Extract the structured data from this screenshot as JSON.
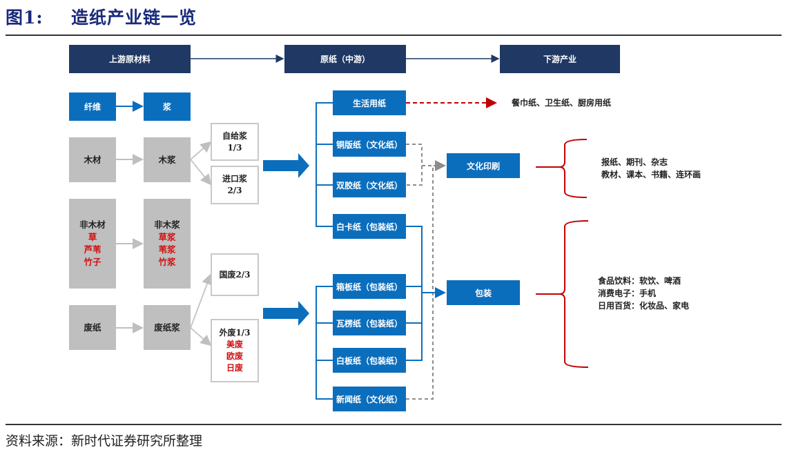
{
  "figure": {
    "number": "图1:",
    "title": "造纸产业链一览"
  },
  "headers": {
    "upstream": "上游原材料",
    "midstream": "原纸（中游）",
    "downstream": "下游产业"
  },
  "legend_row": {
    "fiber": "纤维",
    "pulp": "浆"
  },
  "raw_materials": [
    {
      "name": "木材",
      "sub": []
    },
    {
      "name": "非木材",
      "sub": [
        "草",
        "芦苇",
        "竹子"
      ]
    },
    {
      "name": "废纸",
      "sub": []
    }
  ],
  "pulps": [
    {
      "name": "木浆",
      "sub": []
    },
    {
      "name": "非木浆",
      "sub": [
        "草浆",
        "苇浆",
        "竹浆"
      ]
    },
    {
      "name": "废纸浆",
      "sub": []
    }
  ],
  "pulp_sources": {
    "self_supplied": {
      "label": "自给浆",
      "share": "1/3"
    },
    "imported": {
      "label": "进口浆",
      "share": "2/3"
    },
    "domestic_waste": {
      "label": "国废2/3"
    },
    "foreign_waste": {
      "label": "外废1/3",
      "sub": [
        "美废",
        "欧废",
        "日废"
      ]
    }
  },
  "paper_types": [
    "生活用纸",
    "铜版纸（文化纸）",
    "双胶纸（文化纸）",
    "白卡纸（包装纸）",
    "箱板纸（包装纸）",
    "瓦楞纸（包装纸）",
    "白板纸（包装纸）",
    "新闻纸（文化纸）"
  ],
  "downstream": {
    "household_products": "餐巾纸、卫生纸、厨房用纸",
    "culture_printing": {
      "label": "文化印刷",
      "lines": [
        "报纸、期刊、杂志",
        "教材、课本、书籍、连环画"
      ]
    },
    "packaging": {
      "label": "包装",
      "lines": [
        "食品饮料：软饮、啤酒",
        "消费电子：手机",
        "日用百货：化妆品、家电"
      ]
    }
  },
  "source": "资料来源：新时代证券研究所整理",
  "colors": {
    "header_navy": "#1f3864",
    "box_blue": "#0b6ebd",
    "box_gray": "#bfbfbf",
    "accent_red": "#c00000",
    "connector_gray": "#a6a6a6"
  }
}
